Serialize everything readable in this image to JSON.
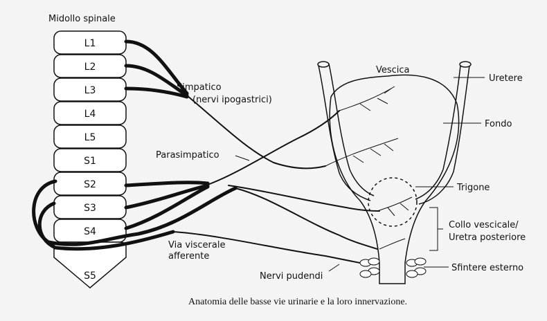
{
  "title": "Midollo spinale",
  "vertebrae": [
    "L1",
    "L2",
    "L3",
    "L4",
    "L5",
    "S1",
    "S2",
    "S3",
    "S4",
    "S5"
  ],
  "labels": {
    "simpatico": "Simpatico",
    "nervi_ipogastrici": "(nervi ipogastrici)",
    "parasimpatico": "Parasimpatico",
    "via_viscerale": "Via viscerale",
    "afferente": "afferente",
    "nervi_pudendi": "Nervi pudendi",
    "vescica": "Vescica",
    "uretere": "Uretere",
    "fondo": "Fondo",
    "trigone": "Trigone",
    "collo_vescicale": "Collo vescicale/",
    "uretra_posteriore": "Uretra posteriore",
    "sfintere_esterno": "Sfintere esterno"
  },
  "caption": "Anatomia delle basse vie urinarie e la loro innervazione."
}
